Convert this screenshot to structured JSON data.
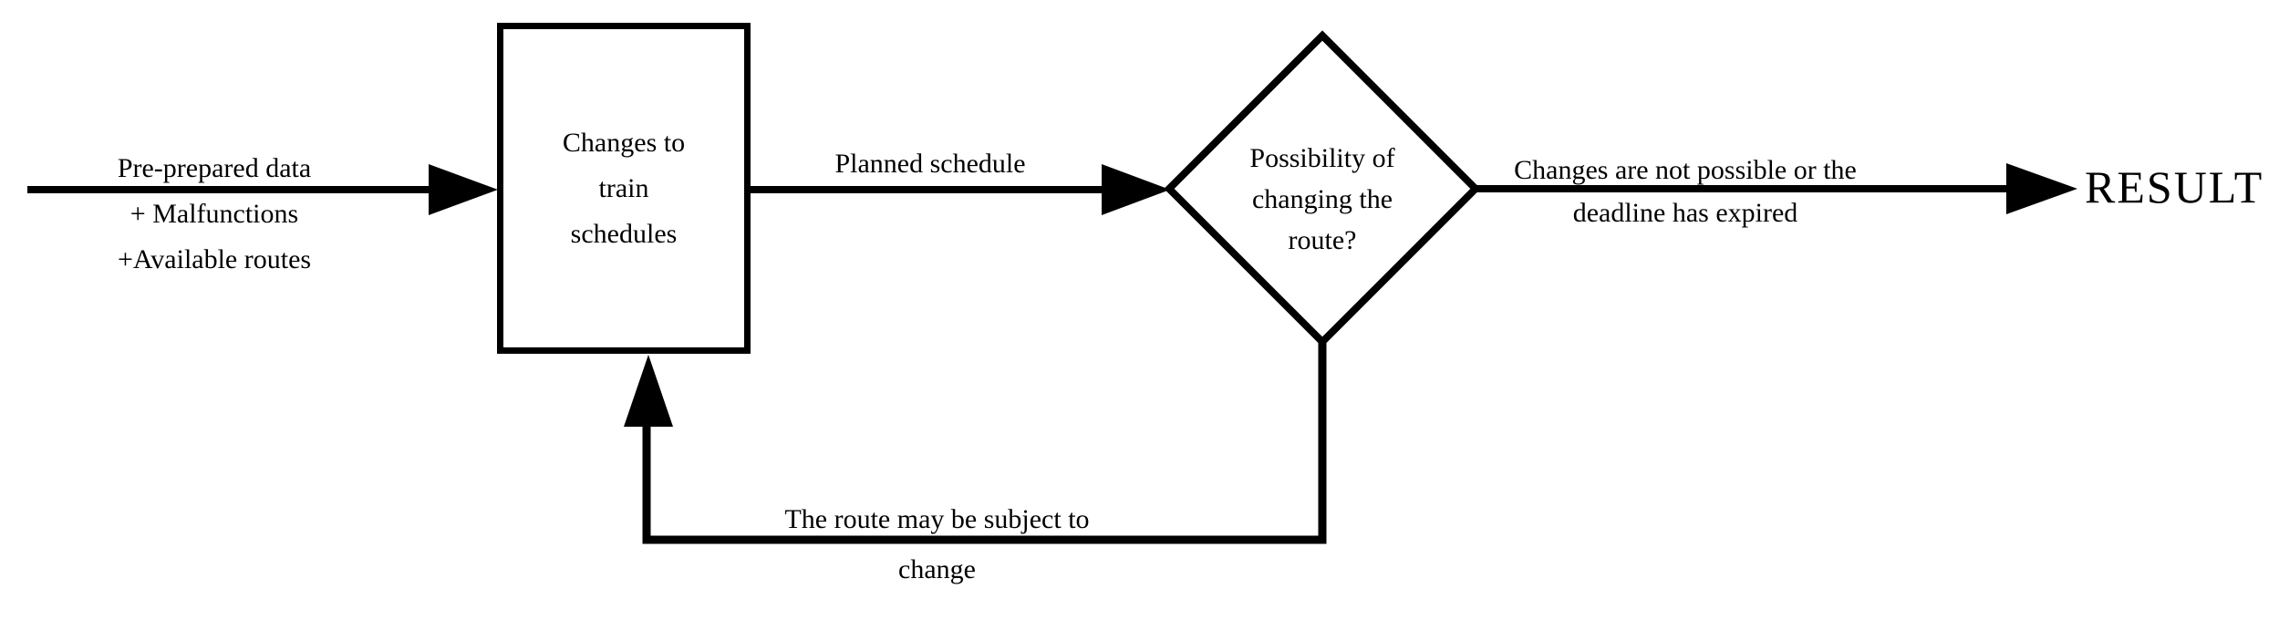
{
  "colors": {
    "ink": "#000000",
    "background": "#ffffff"
  },
  "flowchart": {
    "input_label": {
      "lines": [
        "Pre-prepared data",
        "+ Malfunctions",
        "+Available routes"
      ]
    },
    "process_box": {
      "lines": [
        "Changes to",
        "train",
        "schedules"
      ]
    },
    "planned_arrow_label": "Planned schedule",
    "decision_diamond": {
      "lines": [
        "Possibility of",
        "changing the",
        "route?"
      ]
    },
    "output_arrow_label": {
      "lines": [
        "Changes are not possible or the",
        "deadline has expired"
      ]
    },
    "feedback_label": {
      "lines": [
        "The route may be subject to",
        "change"
      ]
    },
    "result_label": "RESULT"
  }
}
